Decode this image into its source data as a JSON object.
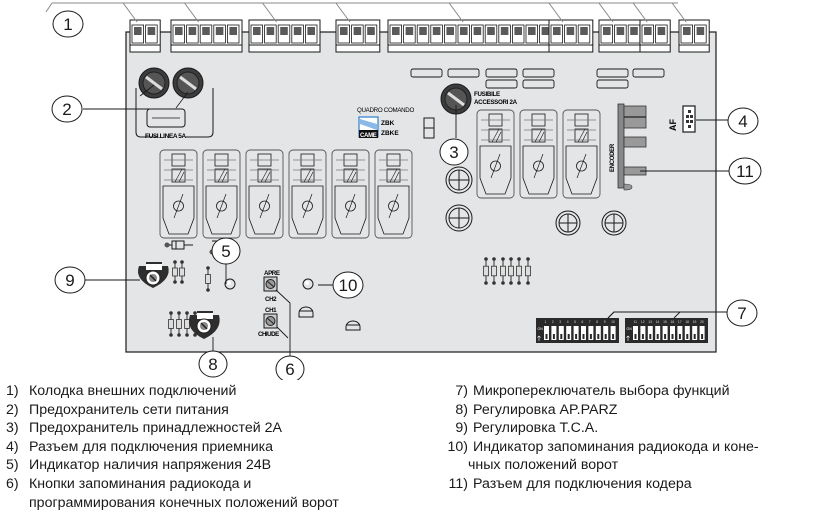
{
  "callouts": [
    {
      "id": "1",
      "label": "1"
    },
    {
      "id": "2",
      "label": "2"
    },
    {
      "id": "3",
      "label": "3"
    },
    {
      "id": "4",
      "label": "4"
    },
    {
      "id": "5",
      "label": "5"
    },
    {
      "id": "6",
      "label": "6"
    },
    {
      "id": "7",
      "label": "7"
    },
    {
      "id": "8",
      "label": "8"
    },
    {
      "id": "9",
      "label": "9"
    },
    {
      "id": "10",
      "label": "10"
    },
    {
      "id": "11",
      "label": "11"
    }
  ],
  "board_labels": {
    "fuse_line": "FUSI.LINEA 5A",
    "quadro_comando": "QUADRO COMANDO",
    "model_1": "ZBK",
    "model_2": "ZBKE",
    "brand": "CAME",
    "fuse_accessory_1": "FUSIBILE",
    "fuse_accessory_2": "ACCESSORI 2A",
    "encoder": "ENCODER",
    "af": "AF",
    "button_top_1": "APRE",
    "button_top_2": "CH2",
    "button_bottom_1": "CH1",
    "button_bottom_2": "CHIUDE",
    "dip_on": "ON"
  },
  "dip_switches": {
    "bank1": [
      "1",
      "2",
      "3",
      "4",
      "5",
      "6",
      "7",
      "8",
      "9",
      "10"
    ],
    "bank2": [
      "11",
      "12",
      "13",
      "14",
      "15",
      "16",
      "17",
      "18",
      "19",
      "20"
    ]
  },
  "legend_left": [
    {
      "num": "1)",
      "text": "Колодка внешних подключений"
    },
    {
      "num": "2)",
      "text": "Предохранитель сети питания"
    },
    {
      "num": "3)",
      "text": "Предохранитель  принадлежностей  2А"
    },
    {
      "num": "4)",
      "text": "Разъем  для  подключения  приемника"
    },
    {
      "num": "5)",
      "text": "Индикатор наличия напряжения 24В"
    },
    {
      "num": "6)",
      "text": "Кнопки запоминания радиокода и",
      "cont": "программирования конечных положений ворот"
    }
  ],
  "legend_right": [
    {
      "num": "7)",
      "text": "Микропереключатель выбора функций"
    },
    {
      "num": "8)",
      "text": "Регулировка AP.PARZ"
    },
    {
      "num": "9)",
      "text": "Регулировка T.C.A."
    },
    {
      "num": "10)",
      "text": "Индикатор  запоминания  радиокода  и  коне-",
      "cont": "чных  положений  ворот"
    },
    {
      "num": "11)",
      "text": "Разъем  для  подключения  кодера"
    }
  ],
  "colors": {
    "board": "#e3e5e7",
    "line": "#1a1a1a",
    "dark_component": "#3c3c3c",
    "terminal": "#5a5a5a",
    "accent_blue": "#2a7fd0"
  }
}
